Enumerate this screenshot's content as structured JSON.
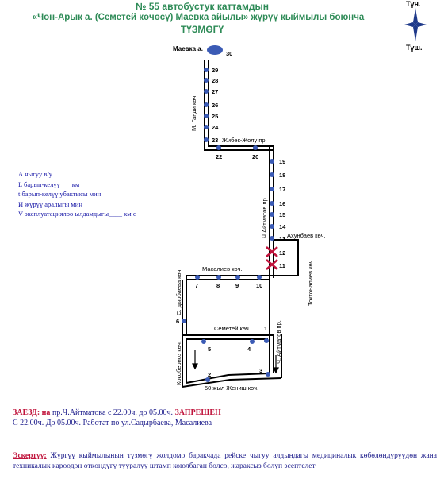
{
  "header": {
    "line1": "№ 55  автобустук каттамдын",
    "line2": "«Чон-Арык а. (Семетей көчөсү) Маевка айылы»  жүрүү кыймылы боюнча",
    "line3": "ТҮЗМӨГҮ"
  },
  "compass": {
    "north": "Түн.",
    "south": "Түш."
  },
  "legend": [
    "А чыгуу  в/у",
    "L барып-келүү ___км",
    "t барып-келүү убактысы     мин",
    "И жүрүү аралыгы       мин",
    "V эксплуатациялоо ылдамдыгы____ км с"
  ],
  "map": {
    "terminal_label": "Маевка а.",
    "streets": {
      "gandi": "М. Ганди көч",
      "jibek": "Жибек-Жолу пр.",
      "aitmatov_upper": "Ч Айтматов пр.",
      "akhunbaev": "Ахунбаев көч.",
      "tokhtonaliev": "Токтоналиев көч",
      "masaliev": "Масалиев көч.",
      "sadyrbaev": "С: дырбаева көч.",
      "semetei": "Семетей көч",
      "aitmatov_lower": "Ч. Айтматов пр.",
      "kokobernov": "Кокоберноз көч.",
      "jenish": "50 жыл Жениш көч."
    },
    "stops": [
      "30",
      "29",
      "28",
      "27",
      "26",
      "25",
      "24",
      "23",
      "22",
      "20",
      "19",
      "18",
      "17",
      "16",
      "15",
      "14",
      "13",
      "12",
      "11",
      "10",
      "9",
      "8",
      "7",
      "6",
      "5",
      "4",
      "3",
      "2",
      "1"
    ]
  },
  "zaezd": {
    "label": "ЗАЕЗД: на",
    "line1": " пр.Ч.Айтматова с 22.00ч. до 05.00ч.",
    "banned": " ЗАПРЕЩЕН",
    "line2": "С 22.00ч. До 05.00ч. Работат по ул.Садырбаева, Масалиева"
  },
  "note": {
    "label": "Эскертүү:",
    "text": " Жүргүү кыймылынын түзмөгү жолдомо баракчада рейске чыгуу алдындагы медициналык көбөлөндүрүүдөн жана техникалык кароодон өткөндүгү тууралуу штамп коюлбаган болсо, жараксыз болуп эсептелет"
  },
  "colors": {
    "title_green": "#2e8b57",
    "route_line": "#000000",
    "stop_blue": "#3b5bb5",
    "closed_red": "#c0143c",
    "text_blue": "#1a1a8a"
  }
}
